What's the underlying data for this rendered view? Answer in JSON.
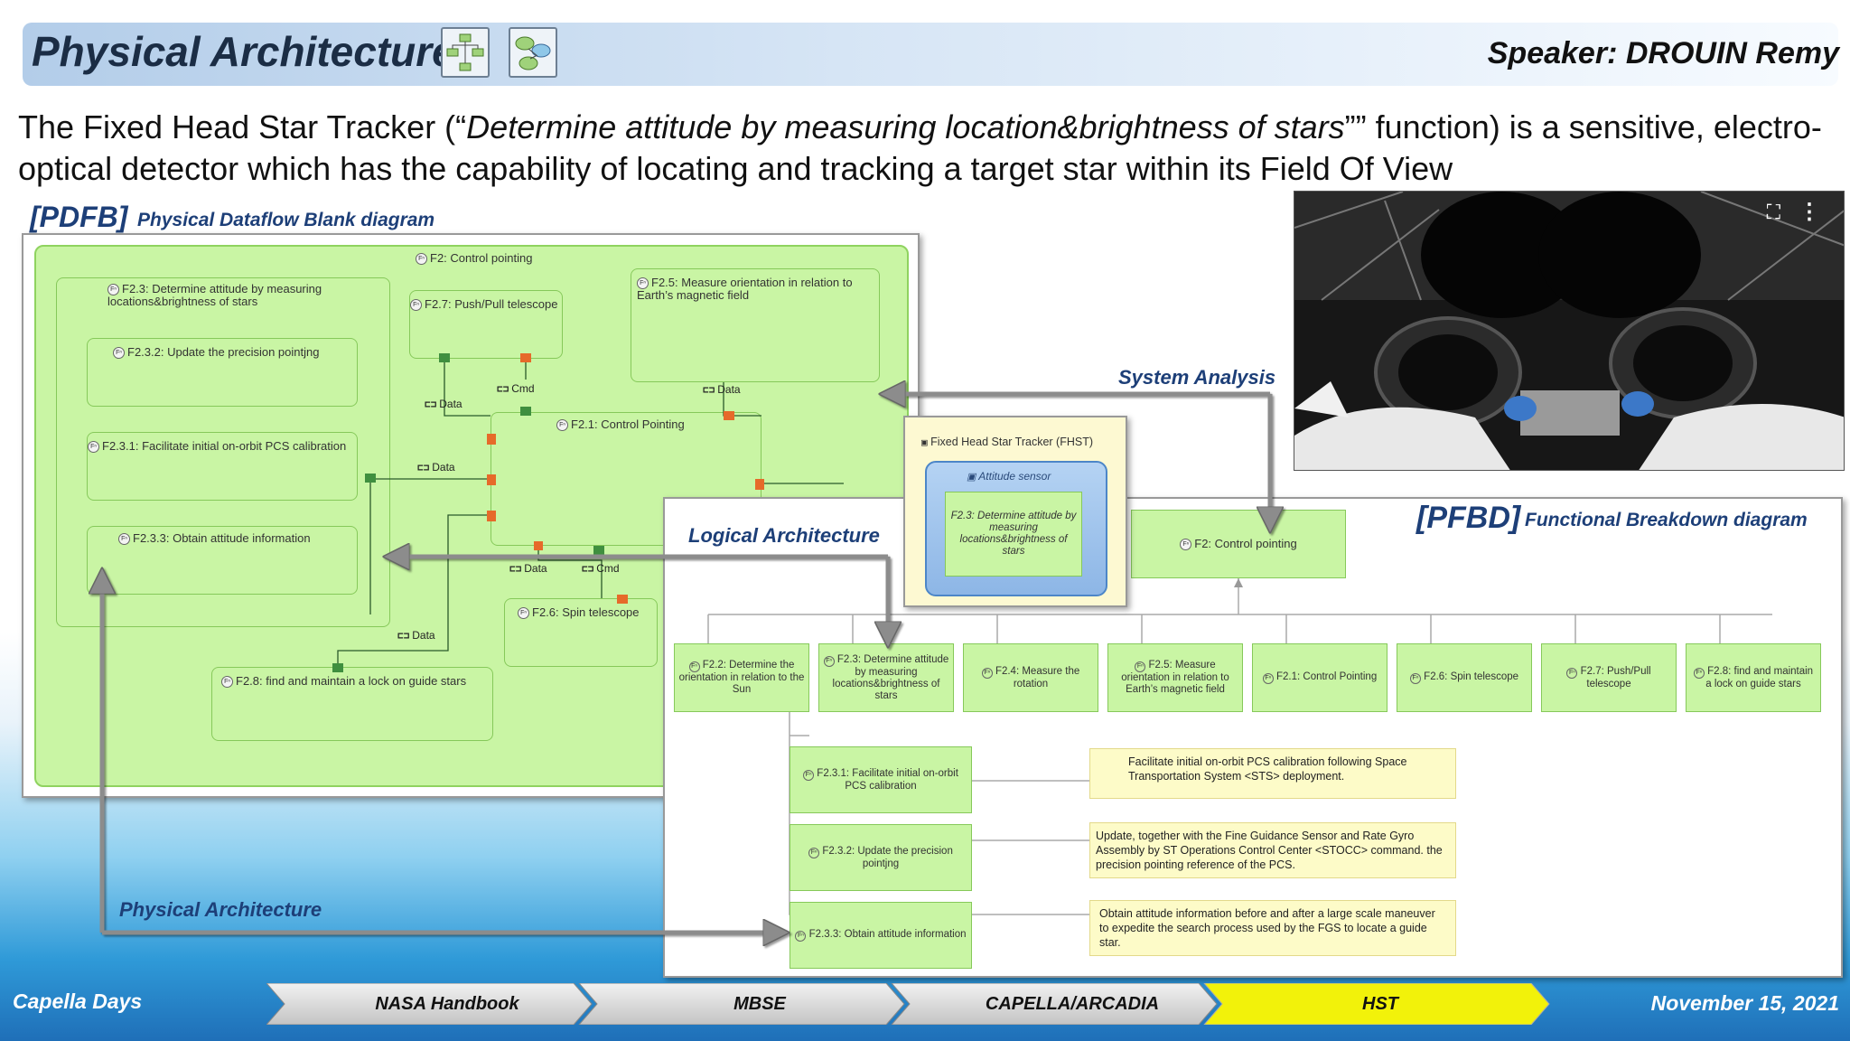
{
  "slide": {
    "title": "Physical Architecture",
    "speaker": "Speaker: DROUIN Remy",
    "intro_before": "The Fixed Head Star Tracker (“",
    "intro_italic": "Determine attitude by measuring location&brightness of stars",
    "intro_after": "”” function) is a sensitive, electro-optical detector which has the capability of locating and tracking a target star within its Field Of View"
  },
  "pdfb": {
    "tag": "[PDFB]",
    "label": "Physical Dataflow Blank diagram",
    "functions": {
      "f2": "F2: Control pointing",
      "f23": "F2.3: Determine attitude by measuring locations&brightness of stars",
      "f232": "F2.3.2: Update the precision pointjng",
      "f231": "F2.3.1: Facilitate initial on-orbit PCS calibration",
      "f233": "F2.3.3: Obtain attitude information",
      "f27": "F2.7: Push/Pull telescope",
      "f25": "F2.5: Measure orientation in relation to Earth’s magnetic field",
      "f21": "F2.1: Control Pointing",
      "f26": "F2.6: Spin telescope",
      "f28": "F2.8:  find and maintain a lock on guide stars"
    },
    "flows": [
      "Data",
      "Cmd",
      "Data",
      "Data",
      "Data",
      "Cmd",
      "Data"
    ]
  },
  "fhst": {
    "component": "Fixed Head Star Tracker (FHST)",
    "sensor": "Attitude sensor",
    "function": "F2.3: Determine attitude by measuring locations&brightness of stars"
  },
  "annotations": {
    "system_analysis": "System Analysis",
    "logical_architecture": "Logical Architecture",
    "physical_architecture": "Physical Architecture"
  },
  "pfbd": {
    "tag": "[PFBD]",
    "label": "Functional Breakdown diagram",
    "root": "F2: Control pointing",
    "children": [
      "F2.2: Determine the orientation in relation to the Sun",
      "F2.3: Determine attitude by measuring locations&brightness of stars",
      "F2.4: Measure the rotation",
      "F2.5: Measure orientation in relation to Earth’s magnetic field",
      "F2.1: Control Pointing",
      "F2.6: Spin telescope",
      "F2.7: Push/Pull telescope",
      "F2.8:  find and maintain a lock on guide stars"
    ],
    "subfunctions": [
      "F2.3.1: Facilitate initial on-orbit PCS calibration",
      "F2.3.2: Update the precision pointjng",
      "F2.3.3: Obtain attitude information"
    ],
    "notes": [
      "Facilitate initial on-orbit PCS calibration following Space Transportation System <STS> deployment.",
      "Update, together with the Fine Guidance Sensor and Rate Gyro Assembly by ST Operations Control Center <STOCC> command. the precision pointing reference of the PCS.",
      "Obtain attitude information before and after a large scale maneuver to expedite the search process used by the FGS to locate a guide star."
    ]
  },
  "footer": {
    "left": "Capella Days",
    "crumbs": [
      "NASA Handbook",
      "MBSE",
      "CAPELLA/ARCADIA",
      "HST"
    ],
    "date": "November 15, 2021",
    "active_color": "#f2f20a"
  }
}
